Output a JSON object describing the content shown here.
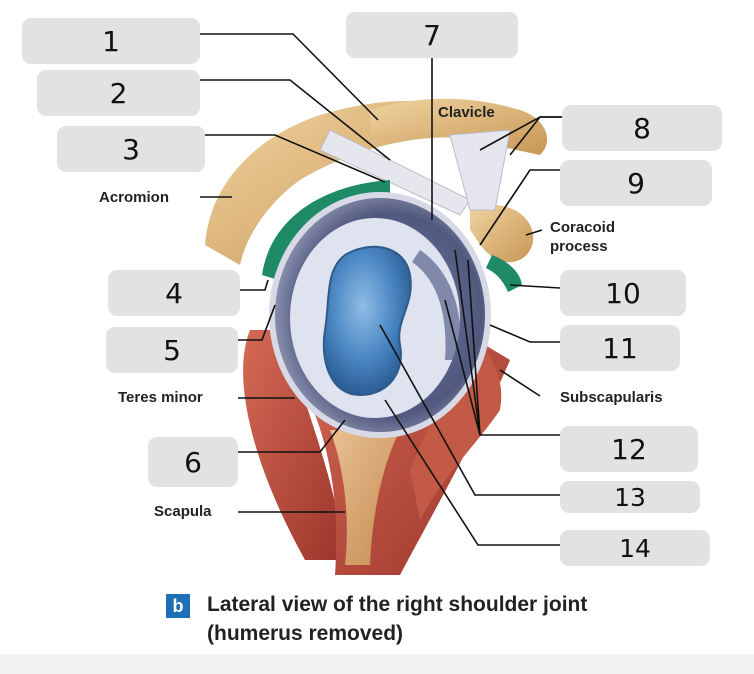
{
  "labels": {
    "clavicle": "Clavicle",
    "acromion": "Acromion",
    "coracoid": "Coracoid\nprocess",
    "teres_minor": "Teres minor",
    "subscapularis": "Subscapularis",
    "scapula": "Scapula"
  },
  "answer_boxes": [
    {
      "number": "1",
      "value": ""
    },
    {
      "number": "2",
      "value": ""
    },
    {
      "number": "3",
      "value": ""
    },
    {
      "number": "4",
      "value": ""
    },
    {
      "number": "5",
      "value": ""
    },
    {
      "number": "6",
      "value": ""
    },
    {
      "number": "7",
      "value": ""
    },
    {
      "number": "8",
      "value": ""
    },
    {
      "number": "9",
      "value": ""
    },
    {
      "number": "10",
      "value": ""
    },
    {
      "number": "11",
      "value": ""
    },
    {
      "number": "12",
      "value": ""
    },
    {
      "number": "13",
      "value": ""
    },
    {
      "number": "14",
      "value": ""
    }
  ],
  "caption": {
    "badge": "b",
    "line1": "Lateral view of the right shoulder joint",
    "line2": "(humerus removed)"
  },
  "colors": {
    "box_fill": "#e2e2e2",
    "bone": "#d9b27a",
    "cartilage_green": "#1f8a66",
    "muscle_red": "#b8473a",
    "fossa_blue": "#4a86c2",
    "badge_blue": "#1e6fb5"
  }
}
